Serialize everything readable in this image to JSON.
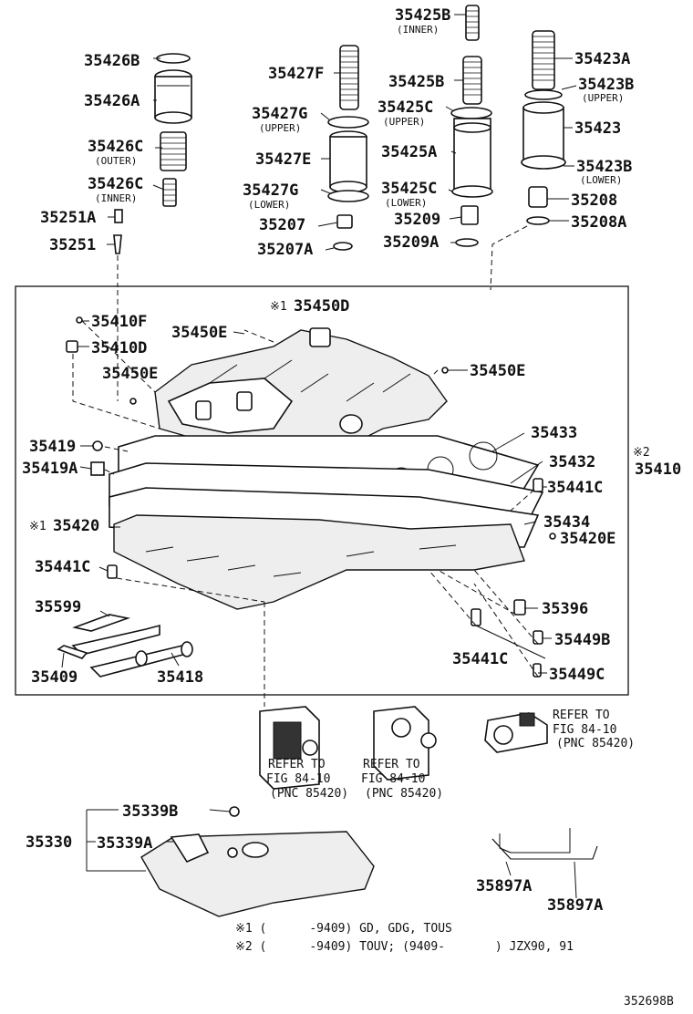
{
  "labels": {
    "p35426B": "35426B",
    "p35426A": "35426A",
    "p35426C_outer": "35426C",
    "sub_outer": "(OUTER)",
    "p35426C_inner": "35426C",
    "sub_inner_a": "(INNER)",
    "p35251A": "35251A",
    "p35251": "35251",
    "p35427F": "35427F",
    "p35427G_upper": "35427G",
    "sub_upper_a": "(UPPER)",
    "p35427E": "35427E",
    "p35427G_lower": "35427G",
    "sub_lower_a": "(LOWER)",
    "p35207": "35207",
    "p35207A": "35207A",
    "p35425B_top": "35425B",
    "sub_inner_b": "(INNER)",
    "p35425B": "35425B",
    "p35425C_upper": "35425C",
    "sub_upper_b": "(UPPER)",
    "p35425A": "35425A",
    "p35425C_lower": "35425C",
    "sub_lower_b": "(LOWER)",
    "p35209": "35209",
    "p35209A": "35209A",
    "p35423A": "35423A",
    "p35423B_upper": "35423B",
    "sub_upper_c": "(UPPER)",
    "p35423": "35423",
    "p35423B_lower": "35423B",
    "sub_lower_c": "(LOWER)",
    "p35208": "35208",
    "p35208A": "35208A",
    "mark1_35450D": "※1",
    "p35450D": "35450D",
    "p35410F": "35410F",
    "p35450E_a": "35450E",
    "p35410D": "35410D",
    "p35450E_b": "35450E",
    "p35450E_c": "35450E",
    "p35433": "35433",
    "p35432": "35432",
    "mark2_35410": "※2",
    "p35410": "35410",
    "p35419": "35419",
    "p35419A": "35419A",
    "p35441C_a": "35441C",
    "mark1_35420": "※1",
    "p35420": "35420",
    "p35434": "35434",
    "p35420E": "35420E",
    "p35441C_b": "35441C",
    "p35599": "35599",
    "p35396": "35396",
    "p35449B": "35449B",
    "p35441C_c": "35441C",
    "p35409": "35409",
    "p35418": "35418",
    "p35449C": "35449C",
    "p35339B": "35339B",
    "p35330": "35330",
    "p35339A": "35339A",
    "p35897A_a": "35897A",
    "p35897A_b": "35897A"
  },
  "refer_blocks": [
    {
      "line1": "REFER TO",
      "line2": "FIG 84-10",
      "line3": "(PNC 85420)"
    },
    {
      "line1": "REFER TO",
      "line2": "FIG 84-10",
      "line3": "(PNC 85420)"
    },
    {
      "line1": "REFER TO",
      "line2": "FIG 84-10",
      "line3": "(PNC 85420)"
    }
  ],
  "notes": {
    "note1": "※1 (      -9409) GD, GDG, TOUS",
    "note2": "※2 (      -9409) TOUV; (9409-       ) JZX90, 91"
  },
  "figure_id": "352698B"
}
